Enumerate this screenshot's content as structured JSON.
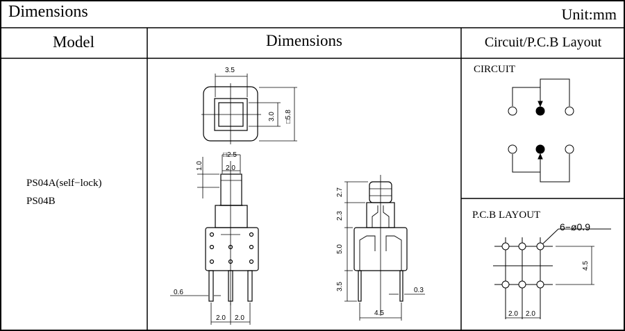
{
  "header": {
    "title": "Dimensions",
    "unit": "Unit:mm"
  },
  "columns": {
    "model": "Model",
    "dimensions": "Dimensions",
    "circuit": "Circuit/P.C.B Layout"
  },
  "models": [
    "PS04A(self−lock)",
    "PS04B"
  ],
  "top_view": {
    "width": "3.5",
    "inner": "3.0",
    "outer": "□5.8"
  },
  "front_view": {
    "cap": "□2.5",
    "cap_w": "2.0",
    "cap_h": "1.0",
    "pin_w": "0.6",
    "pitch_a": "2.0",
    "pitch_b": "2.0"
  },
  "side_view": {
    "h1": "2.7",
    "h2": "2.3",
    "h3": "5.0",
    "h4": "3.5",
    "pin": "0.3",
    "base": "4.5"
  },
  "circuit": {
    "label": "CIRCUIT"
  },
  "pcb": {
    "label": "P.C.B LAYOUT",
    "holes": "6−ø0.9",
    "row": "4.5",
    "pitch_a": "2.0",
    "pitch_b": "2.0"
  }
}
